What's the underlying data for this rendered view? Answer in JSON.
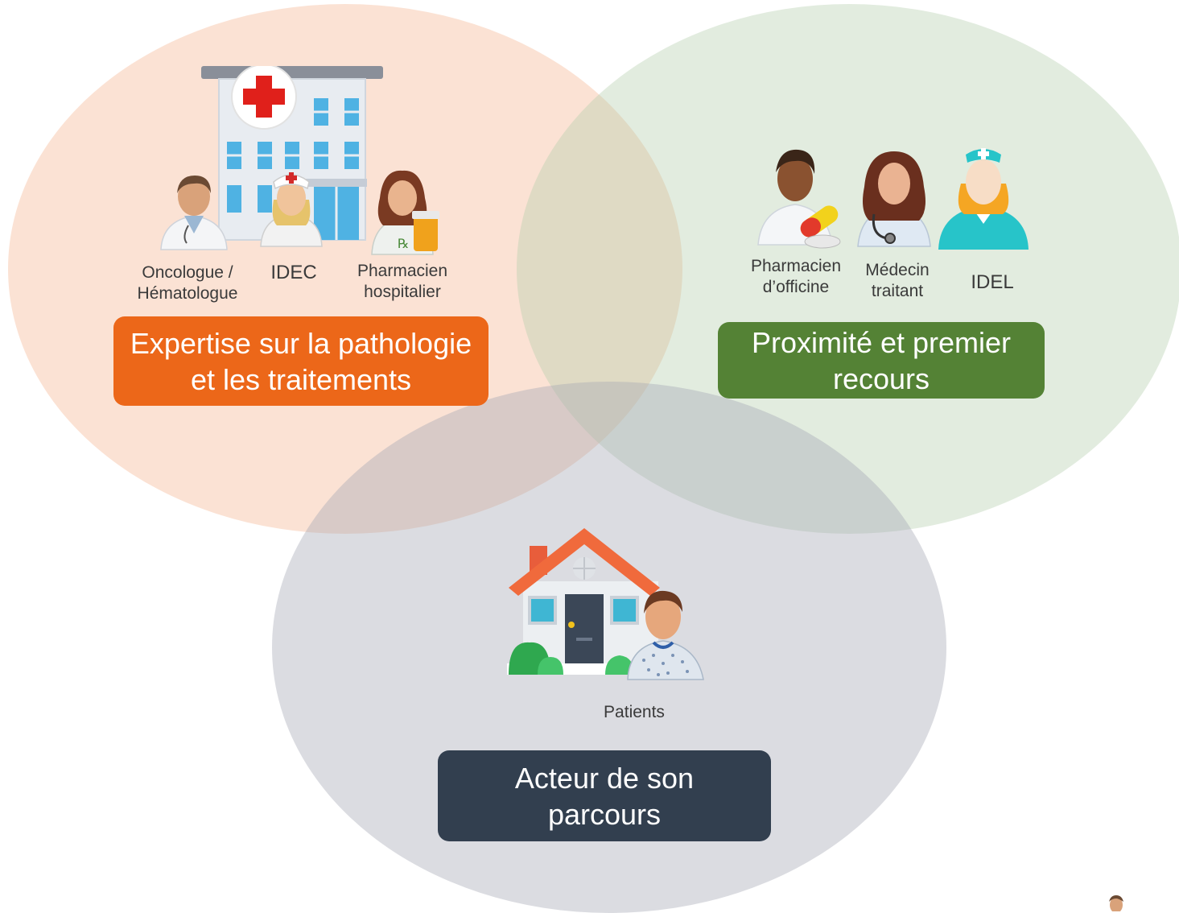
{
  "groups": {
    "hospital": {
      "box_line1": "Expertise sur la pathologie",
      "box_line2": "et les traitements",
      "box_color": "#EC6719",
      "roles": {
        "oncologue_line1": "Oncologue /",
        "oncologue_line2": "Hématologue",
        "idec": "IDEC",
        "pharmacien_line1": "Pharmacien",
        "pharmacien_line2": "hospitalier"
      },
      "icons": [
        "hospital-building-icon",
        "doctor-icon",
        "nurse-icon",
        "pharmacist-icon"
      ]
    },
    "city": {
      "box_line1": "Proximité et premier",
      "box_line2": "recours",
      "box_color": "#548235",
      "roles": {
        "pharmacien_line1": "Pharmacien",
        "pharmacien_line2": "d’officine",
        "medecin_line1": "Médecin",
        "medecin_line2": "traitant",
        "idel": "IDEL"
      },
      "icons": [
        "pharmacist-icon",
        "physician-icon",
        "nurse-icon"
      ]
    },
    "patient": {
      "box_line1": "Acteur de son",
      "box_line2": "parcours",
      "box_color": "#323F4F",
      "roles": {
        "patients": "Patients"
      },
      "icons": [
        "house-icon",
        "patient-icon"
      ]
    }
  },
  "colors": {
    "hospital_circle": "#F6BEA0",
    "city_circle": "#B4CDAA",
    "patient_circle": "#A5A8B4"
  }
}
